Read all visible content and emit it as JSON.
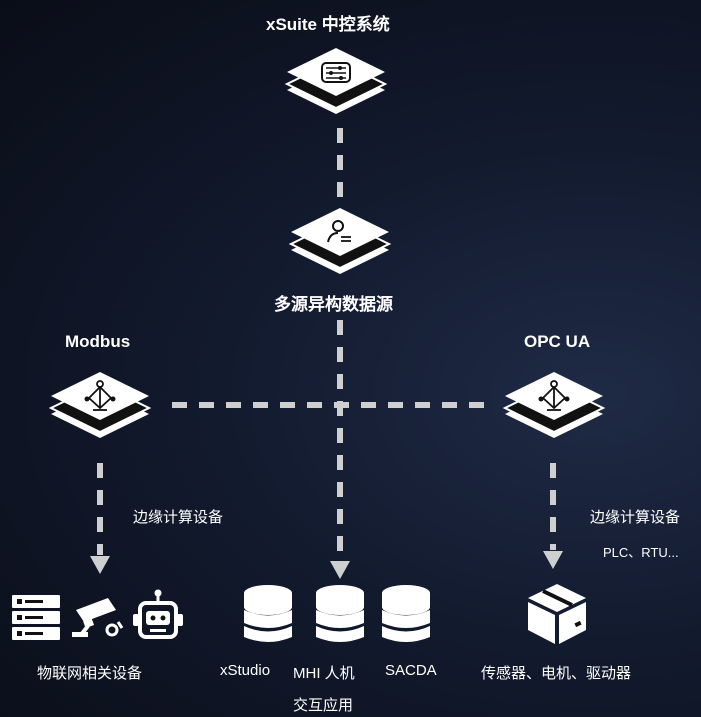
{
  "top": {
    "title": "xSuite 中控系统"
  },
  "middle": {
    "title": "多源异构数据源"
  },
  "left": {
    "protocol": "Modbus",
    "edge_label": "边缘计算设备",
    "devices_label": "物联网相关设备"
  },
  "right": {
    "protocol": "OPC UA",
    "edge_label": "边缘计算设备",
    "sub_label": "PLC、RTU...",
    "devices_label": "传感器、电机、驱动器"
  },
  "bottom_center": {
    "item1": "xStudio",
    "item2": "MHI 人机",
    "item2_line2": "交互应用",
    "item3": "SACDA"
  },
  "colors": {
    "connector": "#cfcfcf",
    "node_fill": "#ffffff",
    "node_icon": "#111111",
    "background": "#0e1424"
  }
}
